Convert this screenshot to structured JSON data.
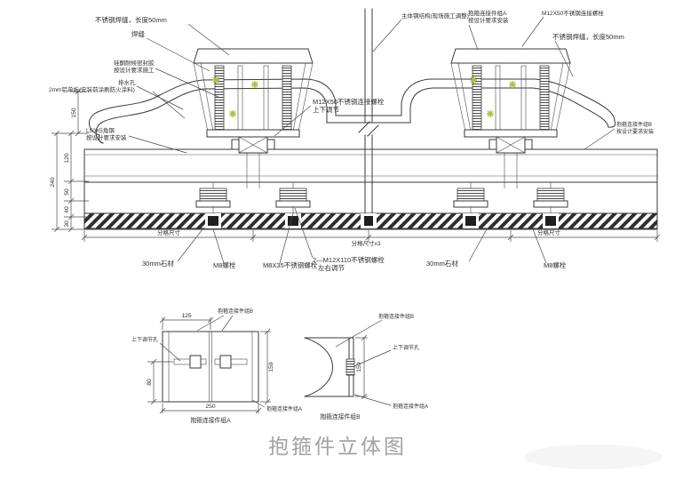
{
  "title": {
    "text": "抱箍件立体图"
  },
  "colors": {
    "line": "#3a3a3a",
    "dim": "#4a4a4a",
    "green_mark": "#a9c23f",
    "title_gray": "#a2a2a2"
  },
  "main": {
    "labels": {
      "weld_left": "不锈钢焊缝，长度50mm",
      "weld_short": "焊缝",
      "sealant1": "硅酮耐候密封胶",
      "sealant2": "按设计要求施工",
      "drain": "排水孔",
      "alu_panel": "2mm铝单板(安装前涂刷防火涂料)",
      "angle1": "L50X5角钢",
      "angle2": "按设计要求安装",
      "bolt_mid1": "M12X50不锈钢连接螺栓",
      "bolt_mid2": "上下调节",
      "steel_top": "主体钢结构(现场施工调整)",
      "clamp_a1": "抱箍连接件组A",
      "clamp_a2": "按设计要求安装",
      "bolt_tr": "M12X50不锈钢连接螺栓",
      "weld_right": "不锈钢焊缝，长度50mm",
      "clamp_b1": "抱箍连接件组B",
      "clamp_b2": "按设计要求安装",
      "stone_left": "30mm石材",
      "m8_left": "M8螺栓",
      "m8x35": "M8X35不锈钢螺栓",
      "m12x110_1": "2—M12X110不锈钢螺栓",
      "m12x110_2": "左右调节",
      "stone_right": "30mm石材",
      "m8_right": "M8螺栓",
      "grid_left": "分格尺寸",
      "grid_center": "分格尺寸x3",
      "grid_right": "分格尺寸"
    },
    "dims": {
      "height_top": "150",
      "height_total": "240",
      "seg1": "120",
      "seg2": "50",
      "seg3": "40",
      "seg4": "30"
    }
  },
  "detail_a": {
    "dims": {
      "w_half": "125",
      "h_low": "80",
      "w_total": "250",
      "h_total": "159"
    },
    "labels": {
      "adjust_hole": "上下调节孔",
      "group_b": "抱箍连接件组B",
      "group_a": "抱箍连接件组A",
      "caption": "抱箍连接件组A"
    }
  },
  "detail_b": {
    "dims": {
      "h_total": "159"
    },
    "labels": {
      "group_b": "抱箍连接件组B",
      "adjust_hole": "上下调节孔",
      "group_a": "抱箍连接件组A",
      "caption": "抱箍连接件组B"
    }
  }
}
